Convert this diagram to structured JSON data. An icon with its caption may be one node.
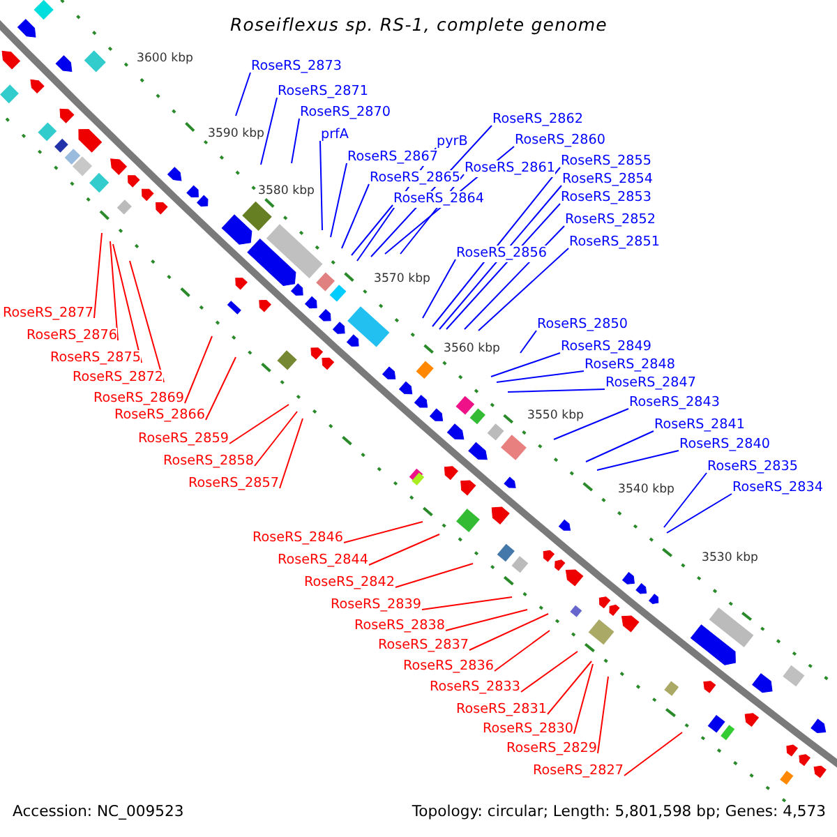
{
  "diagram": {
    "title": "Roseiflexus sp. RS-1, complete genome",
    "nodes": [
      {
        "text": [
          "RoseRS_2873"
        ]
      },
      {
        "text": [
          "RoseRS_2871"
        ]
      },
      {
        "text": [
          "RoseRS_2870"
        ]
      },
      {
        "text": [
          "prfA"
        ]
      },
      {
        "text": [
          "RoseRS_2867"
        ]
      },
      {
        "text": [
          "RoseRS_2865"
        ]
      },
      {
        "text": [
          "RoseRS_2864"
        ]
      },
      {
        "text": [
          "RoseRS_2862"
        ]
      },
      {
        "text": [
          "pyrB"
        ]
      },
      {
        "text": [
          "RoseRS_2860"
        ]
      },
      {
        "text": [
          "RoseRS_2861"
        ]
      },
      {
        "text": [
          "RoseRS_2855"
        ]
      },
      {
        "text": [
          "RoseRS_2854"
        ]
      },
      {
        "text": [
          "RoseRS_2853"
        ]
      },
      {
        "text": [
          "RoseRS_2856"
        ]
      },
      {
        "text": [
          "RoseRS_2852"
        ]
      },
      {
        "text": [
          "RoseRS_2851"
        ]
      },
      {
        "text": [
          "RoseRS_2850"
        ]
      },
      {
        "text": [
          "RoseRS_2849"
        ]
      },
      {
        "text": [
          "RoseRS_2848"
        ]
      },
      {
        "text": [
          "RoseRS_2847"
        ]
      },
      {
        "text": [
          "RoseRS_2843"
        ]
      },
      {
        "text": [
          "RoseRS_2841"
        ]
      },
      {
        "text": [
          "RoseRS_2840"
        ]
      },
      {
        "text": [
          "RoseRS_2835"
        ]
      },
      {
        "text": [
          "RoseRS_2834"
        ]
      },
      {
        "text": [
          "RoseRS_2877"
        ]
      },
      {
        "text": [
          "RoseRS_2876"
        ]
      },
      {
        "text": [
          "RoseRS_2875"
        ]
      },
      {
        "text": [
          "RoseRS_2872"
        ]
      },
      {
        "text": [
          "RoseRS_2869"
        ]
      },
      {
        "text": [
          "RoseRS_2866"
        ]
      },
      {
        "text": [
          "RoseRS_2859"
        ]
      },
      {
        "text": [
          "RoseRS_2858"
        ]
      },
      {
        "text": [
          "RoseRS_2857"
        ]
      },
      {
        "text": [
          "RoseRS_2846"
        ]
      },
      {
        "text": [
          "RoseRS_2844"
        ]
      },
      {
        "text": [
          "RoseRS_2842"
        ]
      },
      {
        "text": [
          "RoseRS_2839"
        ]
      },
      {
        "text": [
          "RoseRS_2838"
        ]
      },
      {
        "text": [
          "RoseRS_2837"
        ]
      },
      {
        "text": [
          "RoseRS_2836"
        ]
      },
      {
        "text": [
          "RoseRS_2833"
        ]
      },
      {
        "text": [
          "RoseRS_2831"
        ]
      },
      {
        "text": [
          "RoseRS_2830"
        ]
      },
      {
        "text": [
          "RoseRS_2829"
        ]
      },
      {
        "text": [
          "RoseRS_2827"
        ]
      }
    ],
    "edges": [
      {
        "from": 0,
        "to": null,
        "arrow": "none"
      },
      {
        "from": 1,
        "to": null,
        "arrow": "none"
      },
      {
        "from": 2,
        "to": null,
        "arrow": "none"
      },
      {
        "from": 3,
        "to": null,
        "arrow": "none"
      },
      {
        "from": 4,
        "to": null,
        "arrow": "none"
      },
      {
        "from": 5,
        "to": null,
        "arrow": "none"
      },
      {
        "from": 6,
        "to": null,
        "arrow": "none"
      },
      {
        "from": 7,
        "to": null,
        "arrow": "none"
      },
      {
        "from": 8,
        "to": null,
        "arrow": "none"
      },
      {
        "from": 9,
        "to": null,
        "arrow": "none"
      },
      {
        "from": 10,
        "to": null,
        "arrow": "none"
      },
      {
        "from": 11,
        "to": null,
        "arrow": "none"
      },
      {
        "from": 12,
        "to": null,
        "arrow": "none"
      },
      {
        "from": 13,
        "to": null,
        "arrow": "none"
      },
      {
        "from": 14,
        "to": null,
        "arrow": "none"
      },
      {
        "from": 15,
        "to": null,
        "arrow": "none"
      },
      {
        "from": 16,
        "to": null,
        "arrow": "none"
      },
      {
        "from": 17,
        "to": null,
        "arrow": "none"
      },
      {
        "from": 18,
        "to": null,
        "arrow": "none"
      },
      {
        "from": 19,
        "to": null,
        "arrow": "none"
      },
      {
        "from": 20,
        "to": null,
        "arrow": "none"
      },
      {
        "from": 21,
        "to": null,
        "arrow": "none"
      },
      {
        "from": 22,
        "to": null,
        "arrow": "none"
      },
      {
        "from": 23,
        "to": null,
        "arrow": "none"
      },
      {
        "from": 24,
        "to": null,
        "arrow": "none"
      },
      {
        "from": 25,
        "to": null,
        "arrow": "none"
      },
      {
        "from": 26,
        "to": null,
        "arrow": "none",
        "color": "#ff0000"
      },
      {
        "from": 27,
        "to": null,
        "arrow": "none",
        "color": "#ff0000"
      },
      {
        "from": 28,
        "to": null,
        "arrow": "none",
        "color": "#ff0000"
      },
      {
        "from": 29,
        "to": null,
        "arrow": "none",
        "color": "#ff0000"
      },
      {
        "from": 30,
        "to": null,
        "arrow": "none",
        "color": "#ff0000"
      },
      {
        "from": 31,
        "to": null,
        "arrow": "none",
        "color": "#ff0000"
      },
      {
        "from": 32,
        "to": null,
        "arrow": "none",
        "color": "#ff0000"
      },
      {
        "from": 33,
        "to": null,
        "arrow": "none",
        "color": "#ff0000"
      },
      {
        "from": 34,
        "to": null,
        "arrow": "none",
        "color": "#ff0000"
      },
      {
        "from": 35,
        "to": null,
        "arrow": "none",
        "color": "#ff0000"
      },
      {
        "from": 36,
        "to": null,
        "arrow": "none",
        "color": "#ff0000"
      },
      {
        "from": 37,
        "to": null,
        "arrow": "none",
        "color": "#ff0000"
      },
      {
        "from": 38,
        "to": null,
        "arrow": "none",
        "color": "#ff0000"
      },
      {
        "from": 39,
        "to": null,
        "arrow": "none",
        "color": "#ff0000"
      },
      {
        "from": 40,
        "to": null,
        "arrow": "none",
        "color": "#ff0000"
      },
      {
        "from": 41,
        "to": null,
        "arrow": "none",
        "color": "#ff0000"
      },
      {
        "from": 42,
        "to": null,
        "arrow": "none",
        "color": "#ff0000"
      },
      {
        "from": 43,
        "to": null,
        "arrow": "none",
        "color": "#ff0000"
      },
      {
        "from": 44,
        "to": null,
        "arrow": "none",
        "color": "#ff0000"
      },
      {
        "from": 45,
        "to": null,
        "arrow": "none",
        "color": "#ff0000"
      },
      {
        "from": 46,
        "to": null,
        "arrow": "none",
        "color": "#ff0000"
      }
    ],
    "labels": [
      "3600 kbp",
      "3590 kbp",
      "3580 kbp",
      "3570 kbp",
      "3560 kbp",
      "3550 kbp",
      "3540 kbp",
      "3530 kbp",
      "Accession: NC_009523",
      "Topology: circular; Length: 5,801,598 bp; Genes: 4,573"
    ]
  }
}
